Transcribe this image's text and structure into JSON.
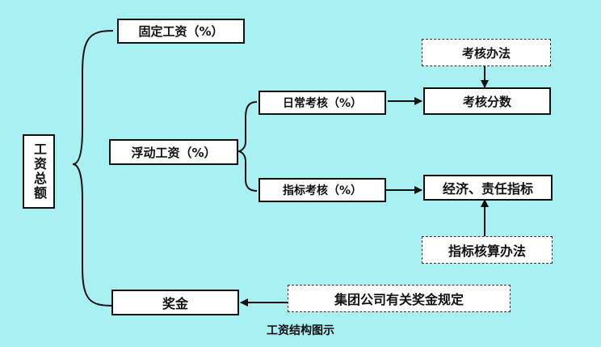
{
  "colors": {
    "background": "#A8F0F2",
    "box_fill": "#ffffff",
    "line": "#111111"
  },
  "nodes": {
    "total": "工资总额",
    "fixed": "固定工资（%）",
    "floating": "浮动工资（%）",
    "bonus": "奖金",
    "daily_assessment": "日常考核（%）",
    "indicator_assessment": "指标考核（%）",
    "assessment_method": "考核办法",
    "assessment_score": "考核分数",
    "economic_indicators": "经济、责任指标",
    "indicator_accounting_method": "指标核算办法",
    "group_bonus_rules": "集团公司有关奖金规定"
  },
  "caption": "工资结构图示"
}
